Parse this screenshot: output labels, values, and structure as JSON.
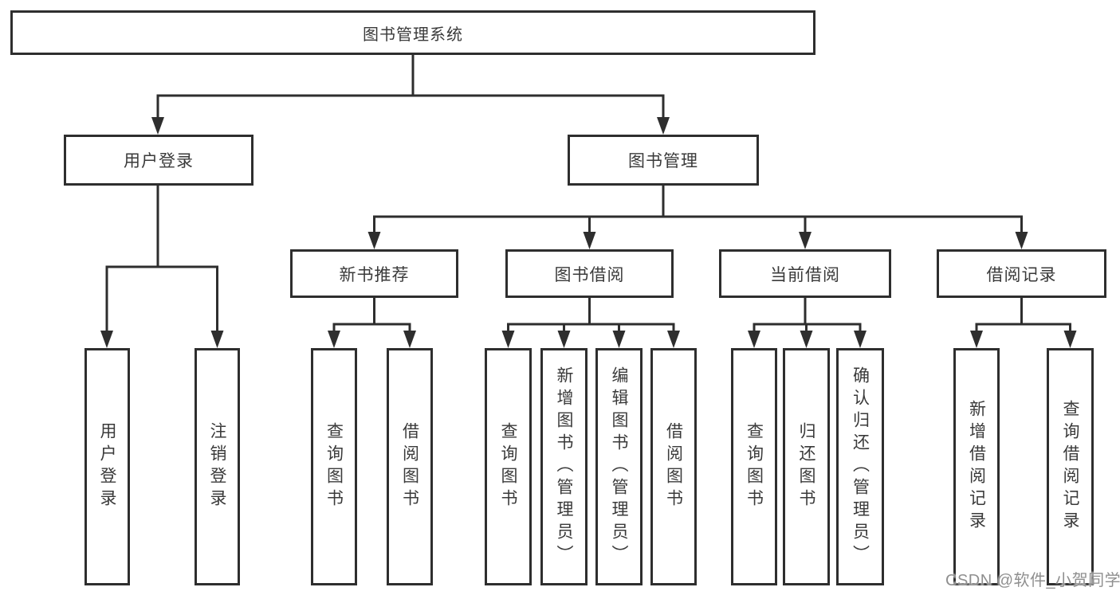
{
  "diagram": {
    "root": {
      "label": "图书管理系统"
    },
    "level2": [
      {
        "label": "用户登录"
      },
      {
        "label": "图书管理"
      }
    ],
    "level3": [
      {
        "label": "新书推荐"
      },
      {
        "label": "图书借阅"
      },
      {
        "label": "当前借阅"
      },
      {
        "label": "借阅记录"
      }
    ],
    "leaves": {
      "user_login": [
        "用户登录",
        "注销登录"
      ],
      "new_book": [
        "查询图书",
        "借阅图书"
      ],
      "book_borrow": [
        "查询图书",
        "新增图书（管理员）",
        "编辑图书（管理员）",
        "借阅图书"
      ],
      "current_borrow": [
        "查询图书",
        "归还图书",
        "确认归还（管理员）"
      ],
      "borrow_record": [
        "新增借阅记录",
        "查询借阅记录"
      ]
    }
  },
  "watermark": {
    "text": "CSDN @软件_小贺同学"
  },
  "colors": {
    "line": "#2e2e2e",
    "text": "#3a3a3a",
    "watermark": "#8f8f8f",
    "background": "#ffffff"
  }
}
